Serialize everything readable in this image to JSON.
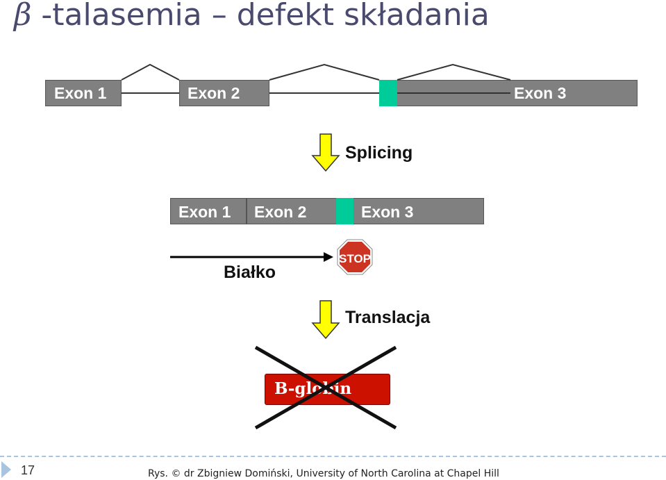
{
  "title": {
    "symbol": "β",
    "text": " -talasemia – defekt składania"
  },
  "pre_mrna": {
    "exon1": "Exon 1",
    "exon2": "Exon 2",
    "exon3": "Exon 3"
  },
  "step1_label": "Splicing",
  "mrna": {
    "exon1": "Exon 1",
    "exon2": "Exon 2",
    "exon3": "Exon 3"
  },
  "protein_label": "Białko",
  "stop_sign": "STOP",
  "step2_label": "Translacja",
  "product_label": "B-globin",
  "slide_number": "17",
  "credit": "Rys. © dr Zbigniew Domiński, University of North Carolina at Chapel Hill",
  "colors": {
    "exon_box": "#808080",
    "cryptic_site": "#00cc99",
    "arrow_fill": "#ffff00",
    "stop_red": "#cc3322",
    "globin_red": "#cc1100",
    "cross": "#111111"
  }
}
